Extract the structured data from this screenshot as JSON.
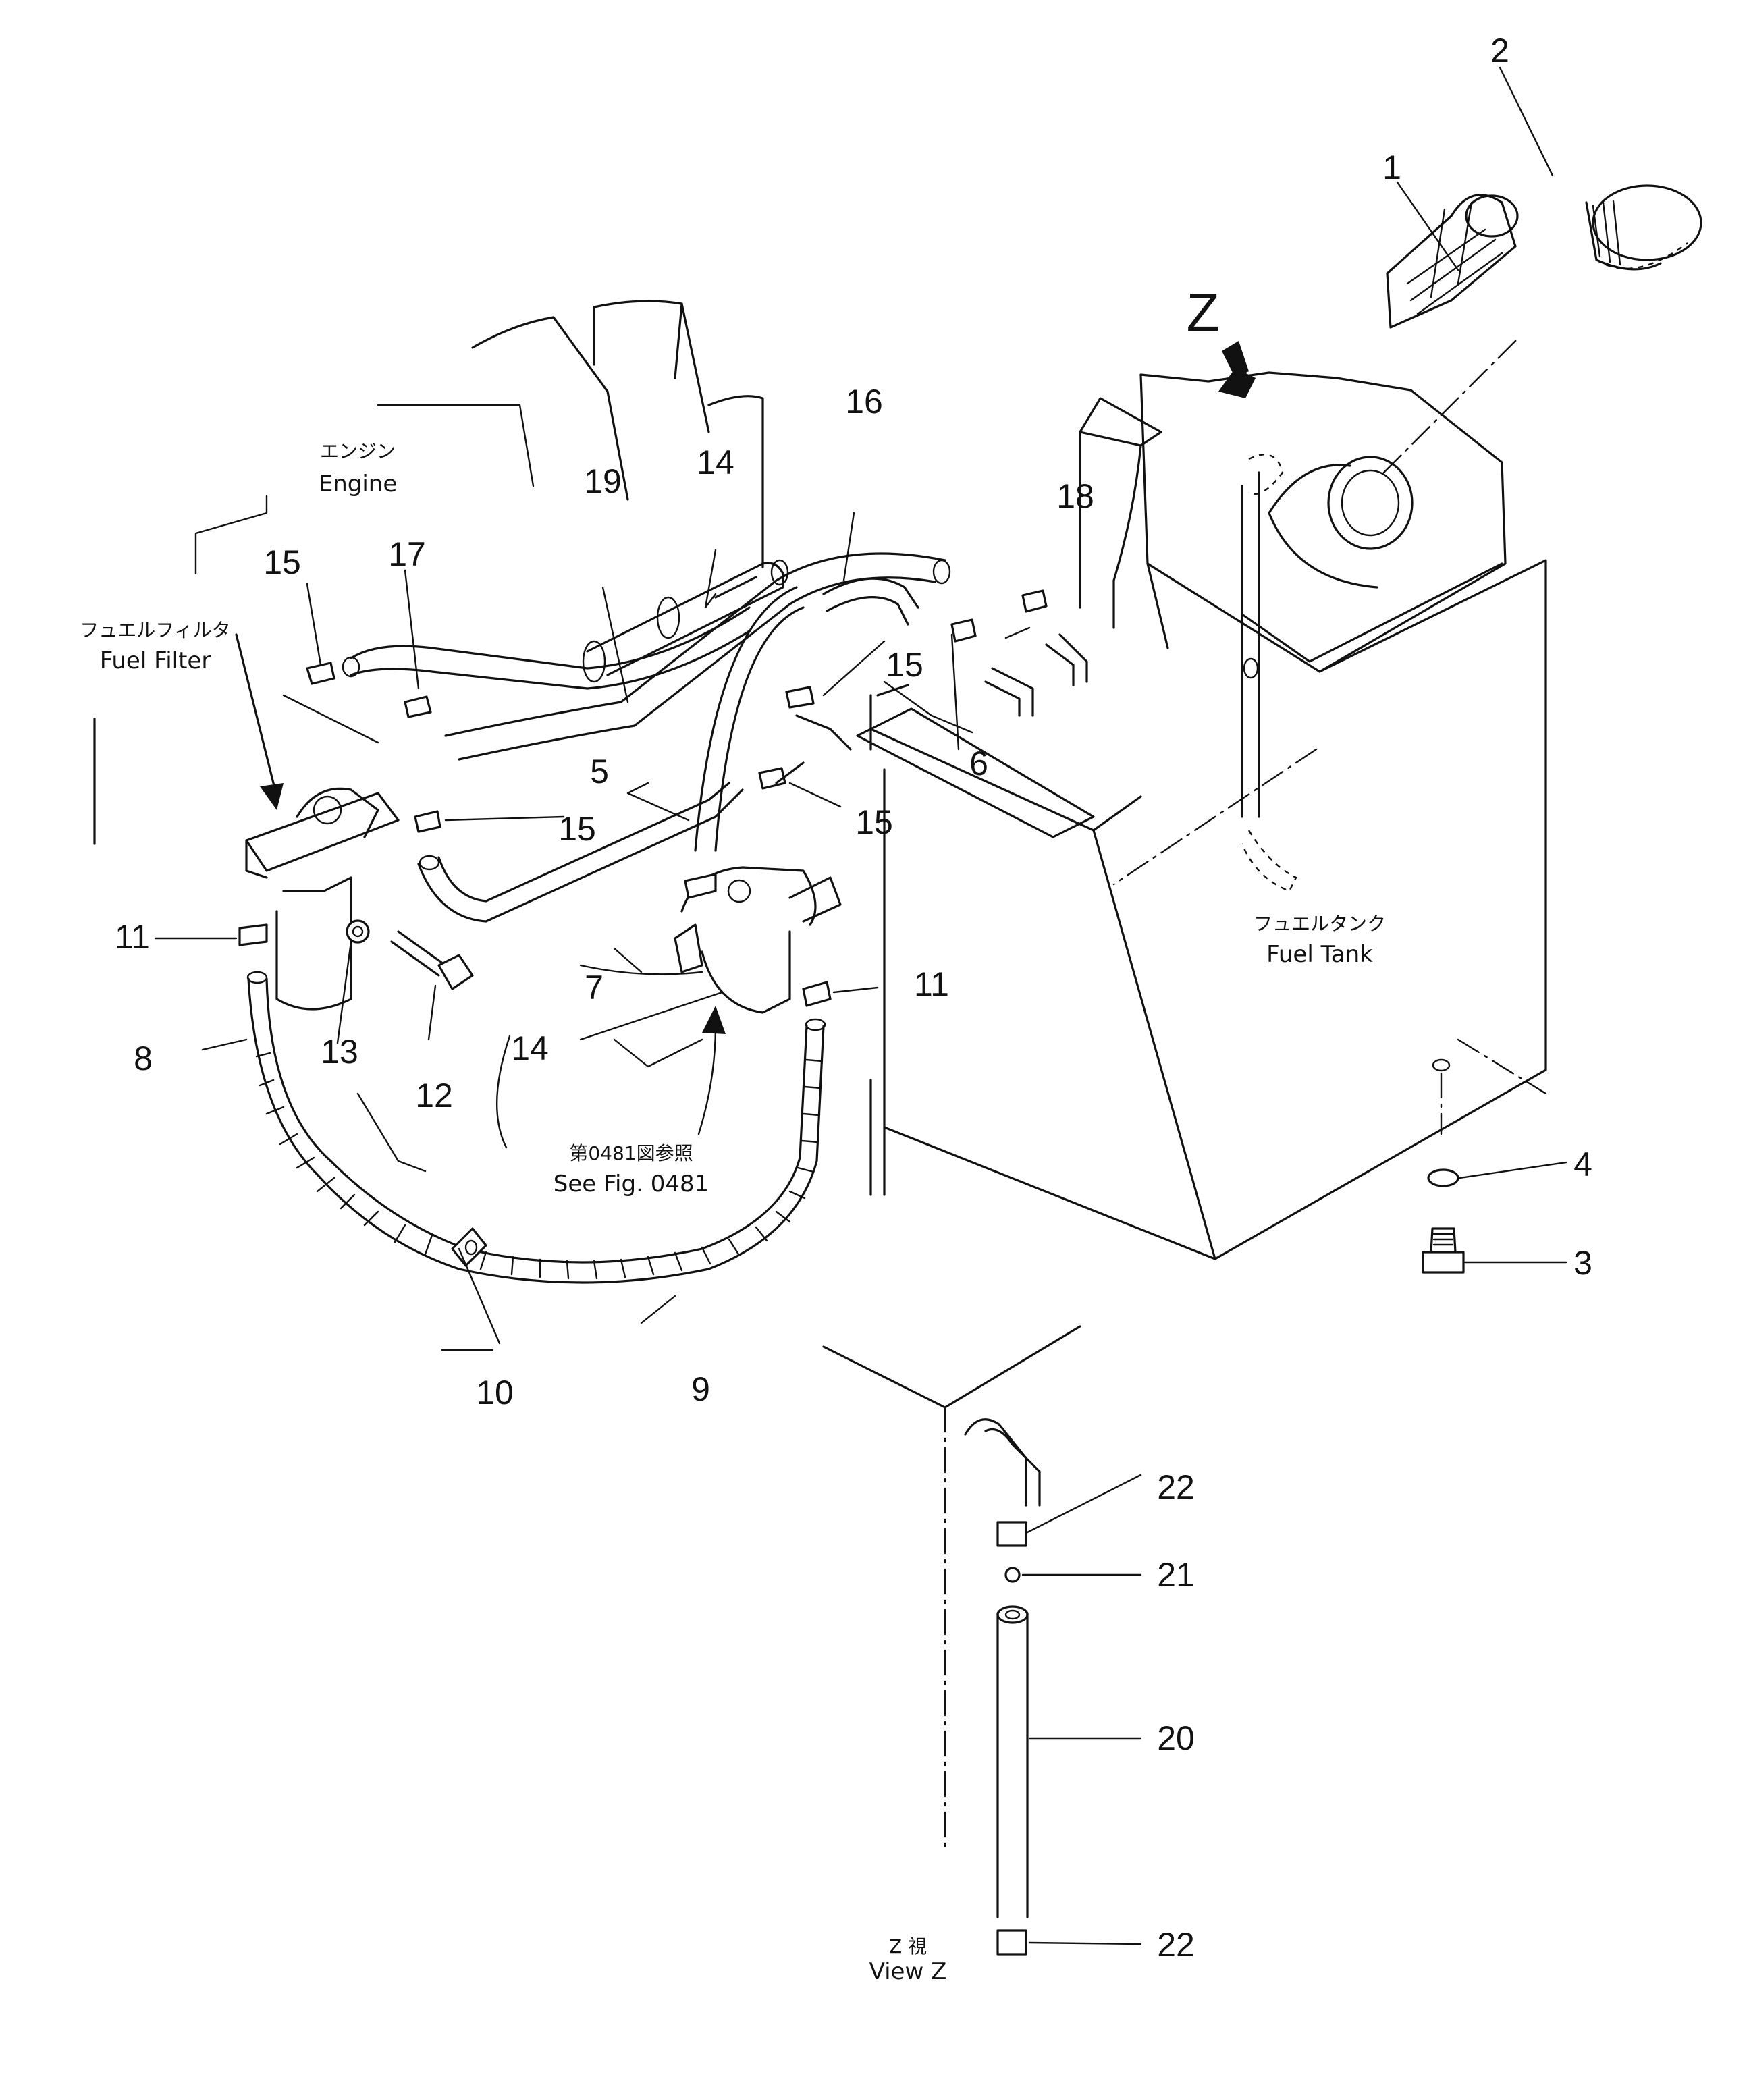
{
  "labels": {
    "engine_jp": "エンジン",
    "engine_en": "Engine",
    "filter_jp": "フュエルフィルタ",
    "filter_en": "Fuel Filter",
    "tank_jp": "フュエルタンク",
    "tank_en": "Fuel Tank",
    "see_fig_jp": "第0481図参照",
    "see_fig_en": "See Fig. 0481",
    "view_z_jp": "Z 視",
    "view_z_en": "View Z",
    "z_marker": "Z"
  },
  "parts": {
    "p1": "1",
    "p2": "2",
    "p3": "3",
    "p4": "4",
    "p5": "5",
    "p6": "6",
    "p7": "7",
    "p8": "8",
    "p9": "9",
    "p10": "10",
    "p11a": "11",
    "p11b": "11",
    "p12": "12",
    "p13": "13",
    "p14a": "14",
    "p14b": "14",
    "p15a": "15",
    "p15b": "15",
    "p15c": "15",
    "p15d": "15",
    "p16": "16",
    "p17": "17",
    "p18": "18",
    "p19": "19",
    "p20": "20",
    "p21": "21",
    "p22a": "22",
    "p22b": "22"
  }
}
